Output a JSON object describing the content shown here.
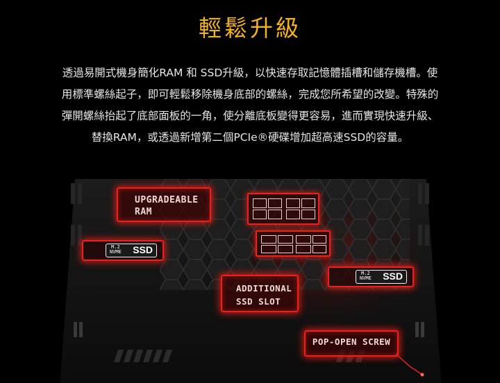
{
  "title": "輕鬆升級",
  "description": {
    "lines": [
      "透過易開式機身簡化RAM 和 SSD升級，以快速存取記憶體插槽和儲存機槽。使",
      "用標準螺絲起子，即可輕鬆移除機身底部的螺絲，完成您所希望的改變。特殊的",
      "彈開螺絲抬起了底部面板的一角，使分離底板變得更容易，進而實現快速升級、",
      "替換RAM，或透過新增第二個PCIe®硬碟增加超高速SSD的容量。"
    ]
  },
  "callouts": {
    "ram_line1": "UPGRADEABLE",
    "ram_line2": "RAM",
    "slot_line1": "ADDITIONAL",
    "slot_line2": "SSD SLOT",
    "screw": "POP-OPEN SCREW"
  },
  "ssd_badge": {
    "m2": "M.2",
    "nvme": "NVME",
    "label": "SSD"
  },
  "colors": {
    "title": "#f4b31c",
    "accent_red": "#e8231c",
    "text": "#e6e6e6",
    "background": "#000000"
  }
}
